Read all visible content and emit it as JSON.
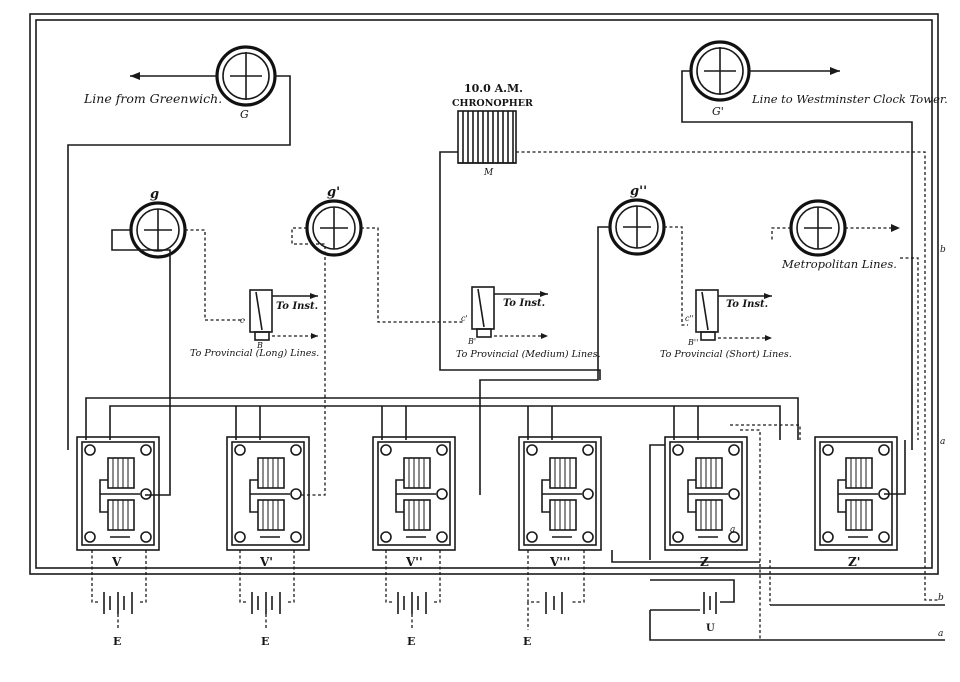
{
  "labels": {
    "line_from_greenwich": "Line from Greenwich.",
    "line_to_westminster": "Line to Westminster Clock Tower.",
    "metropolitan_lines": "Metropolitan Lines.",
    "chronopher_time": "10.0 A.M.",
    "chronopher_name": "CHRONOPHER",
    "chronopher_letter": "M",
    "to_inst": "To Inst.",
    "to_provincial_long": "To Provincial (Long) Lines.",
    "to_provincial_medium": "To Provincial (Medium) Lines.",
    "to_provincial_short": "To Provincial (Short) Lines."
  },
  "galvanometers": {
    "G": "G",
    "G_prime": "G'",
    "g": "g",
    "g_prime": "g'",
    "g_dprime": "g''"
  },
  "switches": {
    "c": "c",
    "B": "B",
    "c_prime": "c'",
    "B_prime": "B'",
    "c_dprime": "c''",
    "B_dprime": "B''"
  },
  "relays": [
    "V",
    "V'",
    "V''",
    "V'''",
    "Z",
    "Z'"
  ],
  "batteries": [
    "E",
    "E",
    "E",
    "E",
    "U"
  ],
  "edge_marks": [
    "b",
    "a",
    "b",
    "a"
  ],
  "relay_mark": "a"
}
